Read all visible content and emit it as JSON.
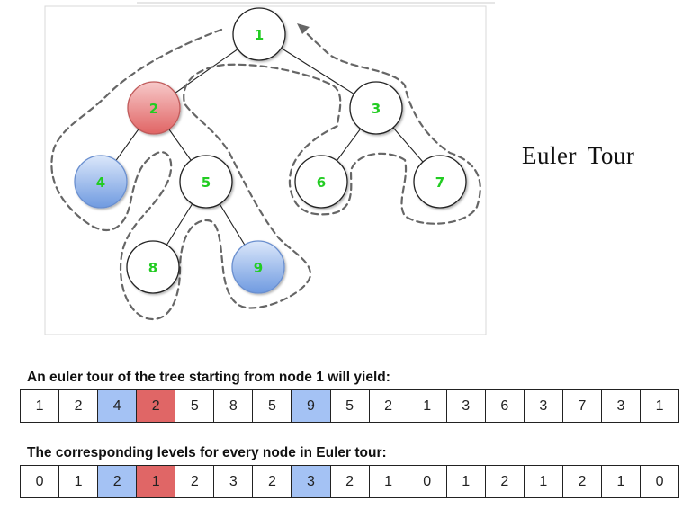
{
  "title": "Euler Tour",
  "colors": {
    "highlight_first": "#a4c2f4",
    "highlight_repeat": "#e06666",
    "label": "#22cc22",
    "tour_path": "#666666"
  },
  "tree": {
    "root": "1",
    "nodes": [
      {
        "id": "1",
        "style": "plain"
      },
      {
        "id": "2",
        "style": "red"
      },
      {
        "id": "3",
        "style": "plain"
      },
      {
        "id": "4",
        "style": "blue"
      },
      {
        "id": "5",
        "style": "plain"
      },
      {
        "id": "6",
        "style": "plain"
      },
      {
        "id": "7",
        "style": "plain"
      },
      {
        "id": "8",
        "style": "plain"
      },
      {
        "id": "9",
        "style": "blue"
      }
    ],
    "edges": [
      [
        "1",
        "2"
      ],
      [
        "1",
        "3"
      ],
      [
        "2",
        "4"
      ],
      [
        "2",
        "5"
      ],
      [
        "3",
        "6"
      ],
      [
        "3",
        "7"
      ],
      [
        "5",
        "8"
      ],
      [
        "5",
        "9"
      ]
    ],
    "tour_path": "dashed outline with arrow returning to node 1"
  },
  "tour": {
    "caption": "An euler tour of the tree starting from node 1 will yield:",
    "values": [
      "1",
      "2",
      "4",
      "2",
      "5",
      "8",
      "5",
      "9",
      "5",
      "2",
      "1",
      "3",
      "6",
      "3",
      "7",
      "3",
      "1"
    ],
    "highlights": {
      "2": "blue",
      "3": "red",
      "7": "blue"
    }
  },
  "levels": {
    "caption": "The corresponding levels for every node in Euler tour:",
    "values": [
      "0",
      "1",
      "2",
      "1",
      "2",
      "3",
      "2",
      "3",
      "2",
      "1",
      "0",
      "1",
      "2",
      "1",
      "2",
      "1",
      "0"
    ],
    "highlights": {
      "2": "blue",
      "3": "red",
      "7": "blue"
    }
  }
}
